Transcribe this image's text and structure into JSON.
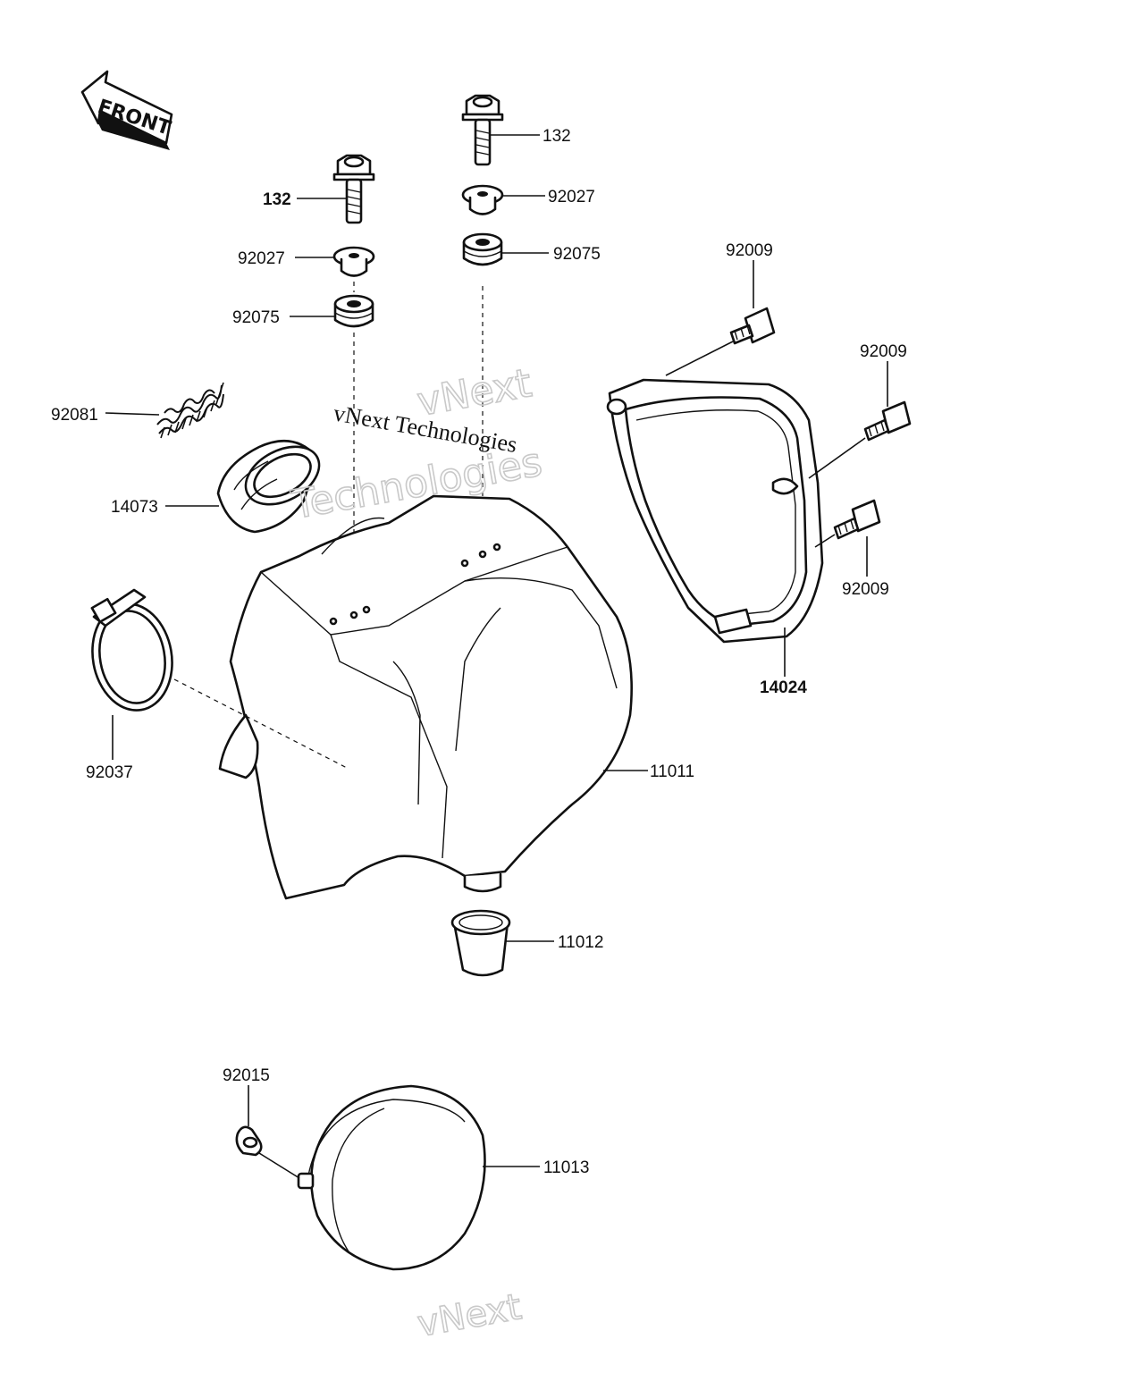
{
  "direction": {
    "front": "FRONT"
  },
  "watermark": {
    "line1": "vNext Technologies",
    "line2": "vNext",
    "line3": "Technologies",
    "line4": "vNext"
  },
  "callouts": {
    "bolt_a": "132",
    "bolt_b": "132",
    "collar_a": "92027",
    "collar_b": "92027",
    "damper_a": "92075",
    "damper_b": "92075",
    "bolt_c": "92009",
    "bolt_d": "92009",
    "bolt_e": "92009",
    "spring": "92081",
    "duct": "14073",
    "clamp": "92037",
    "cover": "14024",
    "case": "11011",
    "cap": "11012",
    "nut": "92015",
    "element": "11013"
  },
  "bold_callouts": [
    "bolt_a",
    "cover"
  ]
}
